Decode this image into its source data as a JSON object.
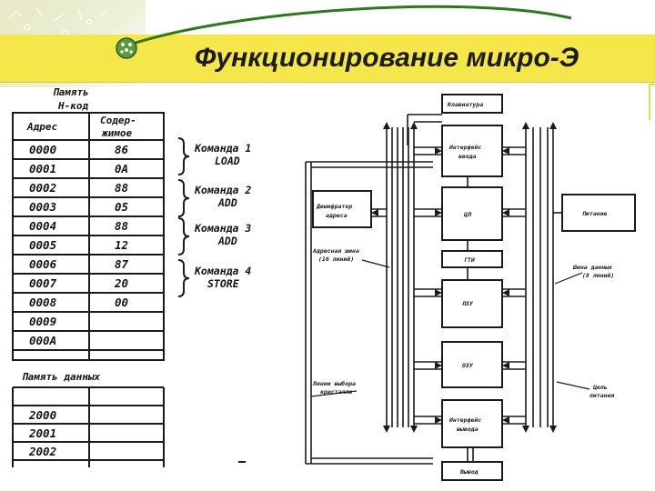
{
  "slide": {
    "title": "Функционирование микро-Э"
  },
  "memory_table": {
    "title_line1": "Память",
    "title_line2": "Н-код",
    "header_address": "Адрес",
    "header_contents_line1": "Содер-",
    "header_contents_line2": "жимое",
    "rows": [
      {
        "address": "0000",
        "value": "86"
      },
      {
        "address": "0001",
        "value": "0A"
      },
      {
        "address": "0002",
        "value": "88"
      },
      {
        "address": "0003",
        "value": "05"
      },
      {
        "address": "0004",
        "value": "88"
      },
      {
        "address": "0005",
        "value": "12"
      },
      {
        "address": "0006",
        "value": "87"
      },
      {
        "address": "0007",
        "value": "20"
      },
      {
        "address": "0008",
        "value": "00"
      },
      {
        "address": "0009",
        "value": ""
      },
      {
        "address": "000A",
        "value": ""
      }
    ]
  },
  "commands": [
    {
      "line1": "Команда 1",
      "line2": "LOAD"
    },
    {
      "line1": "Команда 2",
      "line2": "ADD"
    },
    {
      "line1": "Команда 3",
      "line2": "ADD"
    },
    {
      "line1": "Команда 4",
      "line2": "STORE"
    }
  ],
  "data_memory": {
    "title": "Память данных",
    "rows": [
      {
        "address": "2000",
        "value": ""
      },
      {
        "address": "2001",
        "value": ""
      },
      {
        "address": "2002",
        "value": ""
      }
    ]
  },
  "block_diagram": {
    "blocks": {
      "keyboard": "Клавиатура",
      "input_interface_line1": "Интерфейс",
      "input_interface_line2": "ввода",
      "address_decoder_line1": "Дешифратор",
      "address_decoder_line2": "адреса",
      "cpu": "ЦП",
      "power": "Питание",
      "clock": "ГТИ",
      "rom": "ПЗУ",
      "ram": "ОЗУ",
      "output_interface_line1": "Интерфейс",
      "output_interface_line2": "вывода",
      "output": "Вывод"
    },
    "labels": {
      "address_bus_line1": "Адресная шина",
      "address_bus_line2": "(16 линий)",
      "data_bus_line1": "Шина данных",
      "data_bus_line2": "(8 линий)",
      "chip_select_line1": "Линии выбора",
      "chip_select_line2": "кристалла",
      "power_circuit_line1": "Цепь",
      "power_circuit_line2": "питания"
    }
  }
}
